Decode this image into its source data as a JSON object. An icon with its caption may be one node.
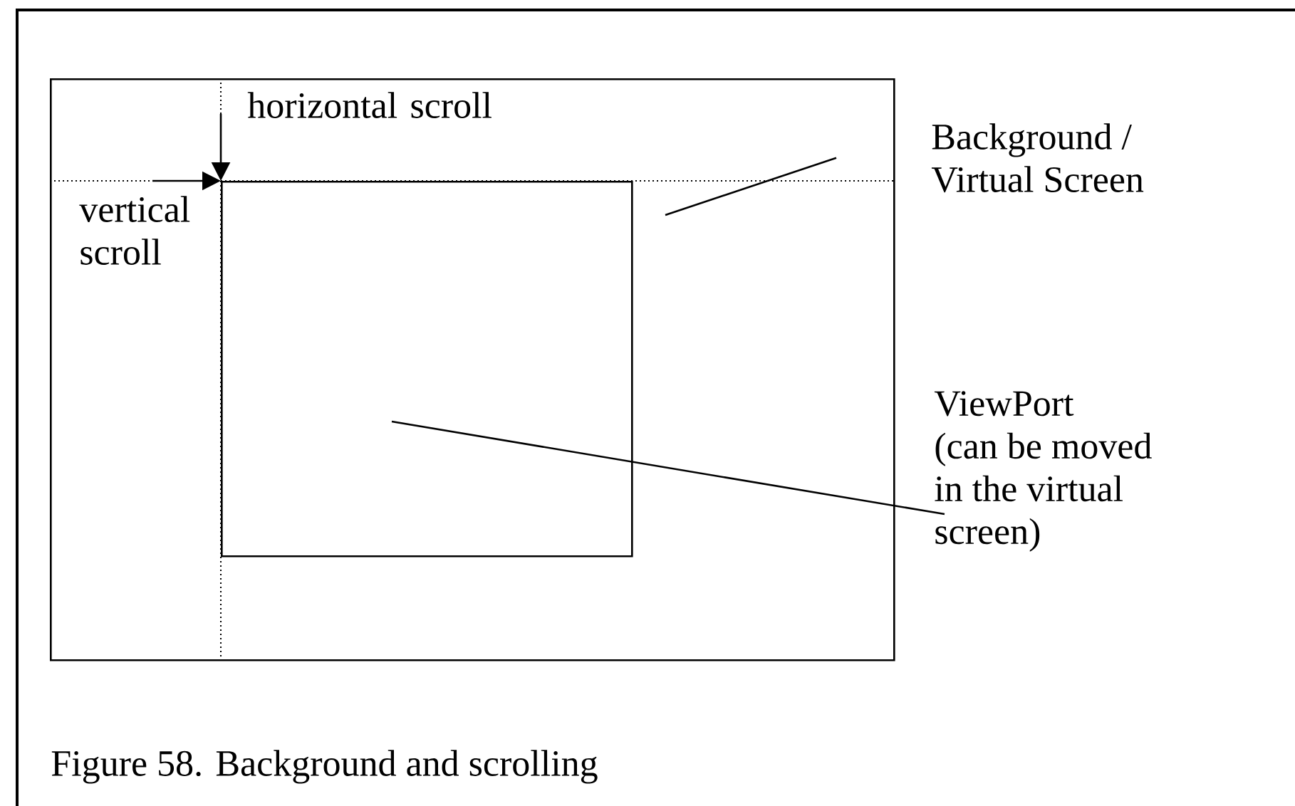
{
  "diagram": {
    "caption": "Figure 58. Background and scrolling",
    "nodes": [
      {
        "text": [],
        "shape": "box"
      },
      {
        "text": [],
        "shape": "box",
        "in": 0
      },
      {
        "text": [
          "Background / Virtual Screen"
        ]
      },
      {
        "text": [
          "ViewPort (can be moved in the virtual screen)"
        ]
      }
    ],
    "edges": [
      {
        "from": null,
        "to": 1,
        "arrow": "to",
        "label": "horizontal scroll"
      },
      {
        "from": null,
        "to": 1,
        "arrow": "to",
        "label": "vertical scroll"
      },
      {
        "from": 2,
        "to": 0,
        "arrow": "none"
      },
      {
        "from": 3,
        "to": 1,
        "arrow": "none"
      }
    ]
  }
}
